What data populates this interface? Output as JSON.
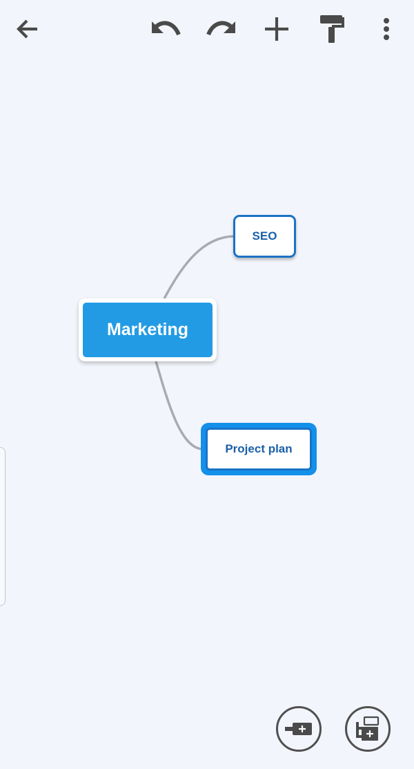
{
  "toolbar": {
    "back_icon": "arrow-back-icon",
    "undo_icon": "undo-icon",
    "redo_icon": "redo-icon",
    "add_icon": "plus-icon",
    "format_icon": "paint-roller-icon",
    "more_icon": "more-vertical-icon",
    "icon_color": "#4a4a4a"
  },
  "mindmap": {
    "root": {
      "label": "Marketing",
      "fill_color": "#239be4"
    },
    "children": [
      {
        "label": "SEO"
      },
      {
        "label": "Project plan",
        "selected": true,
        "selection_color": "#1390ea"
      }
    ],
    "connector_color": "#a8abb1"
  },
  "fabs": {
    "add_sibling_icon": "add-sibling-node-icon",
    "add_child_icon": "add-child-node-icon"
  },
  "colors": {
    "background": "#f3f5fc",
    "node_border": "#1a73c6",
    "node_text": "#1a5fa8"
  }
}
